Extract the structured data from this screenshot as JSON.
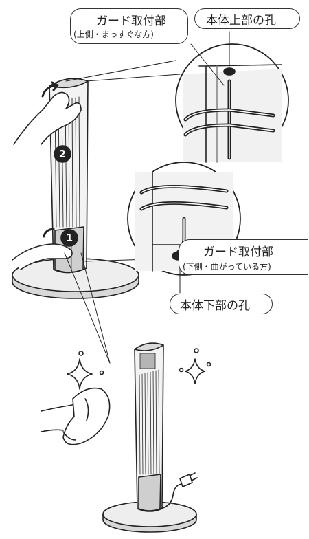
{
  "labels": {
    "guard_upper_title": "ガード取付部",
    "guard_upper_note": "(上側・まっすぐな方)",
    "body_upper_hole": "本体上部の孔",
    "guard_lower_title": "ガード取付部",
    "guard_lower_note": "(下側・曲がっている方)",
    "body_lower_hole": "本体下部の孔"
  },
  "steps": [
    "2",
    "1"
  ],
  "colors": {
    "line": "#222222",
    "fill_light": "#f2f2f2",
    "fill_mid": "#cfcfcf",
    "fill_dark": "#8a8a8a"
  },
  "icons": [
    "sparkle-icon",
    "hand-icon",
    "cloth-icon",
    "power-plug-icon",
    "rotate-arrow-icon"
  ]
}
